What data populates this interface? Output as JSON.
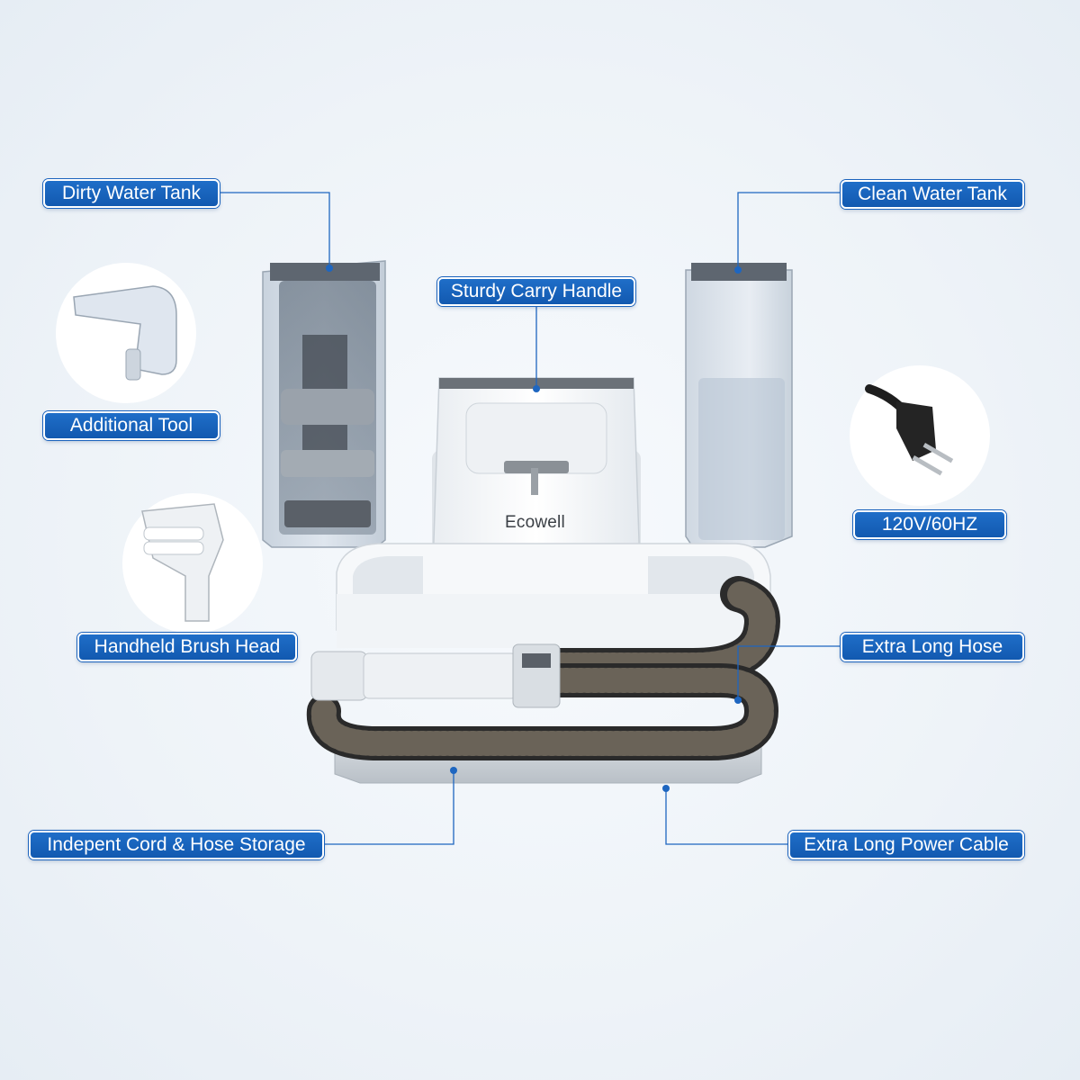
{
  "colors": {
    "accent": "#1862be",
    "leader": "#1e66c0",
    "background": "#eef3f8"
  },
  "product": {
    "brand": "Ecowell"
  },
  "callouts": {
    "dirty_water_tank": "Dirty Water Tank",
    "clean_water_tank": "Clean Water Tank",
    "sturdy_carry_handle": "Sturdy Carry Handle",
    "additional_tool": "Additional Tool",
    "power_spec": "120V/60HZ",
    "handheld_brush_head": "Handheld Brush Head",
    "extra_long_hose": "Extra Long Hose",
    "cord_hose_storage": "Indepent Cord & Hose Storage",
    "extra_long_power_cable": "Extra Long Power Cable"
  },
  "icons": {
    "additional_tool": "nozzle-tool-icon",
    "power_plug": "power-plug-icon",
    "brush_head": "brush-head-icon"
  }
}
